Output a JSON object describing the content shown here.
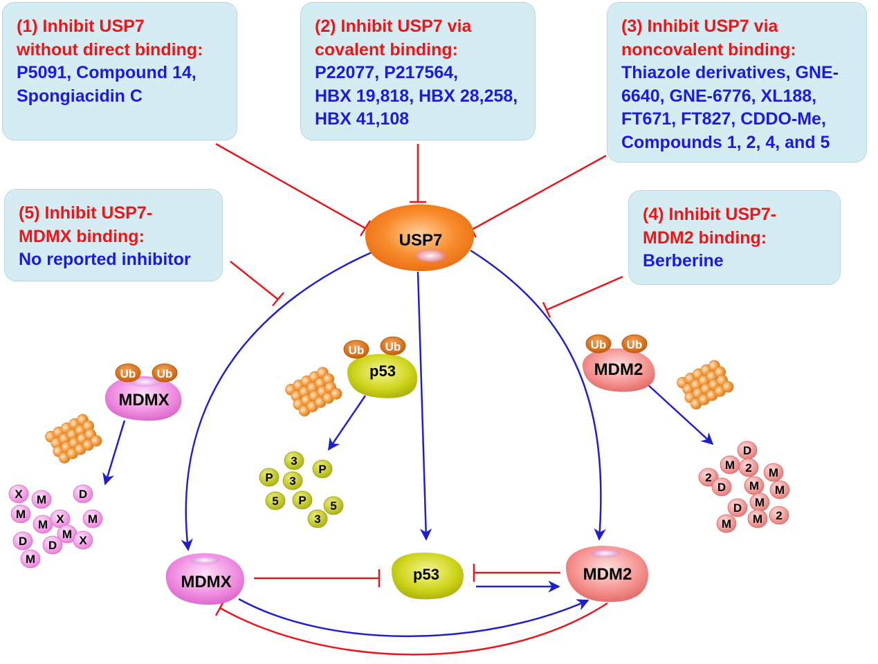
{
  "boxes": {
    "b1": {
      "title_lines": [
        "(1) Inhibit USP7",
        "without direct binding:"
      ],
      "body_lines": [
        "P5091, Compound 14,",
        "Spongiacidin C"
      ]
    },
    "b2": {
      "title_lines": [
        "(2) Inhibit USP7 via",
        "covalent binding:"
      ],
      "body_lines": [
        "P22077, P217564,",
        "HBX 19,818, HBX 28,258,",
        "HBX 41,108"
      ]
    },
    "b3": {
      "title_lines": [
        "(3) Inhibit USP7 via",
        "noncovalent binding:"
      ],
      "body_lines": [
        "Thiazole derivatives, GNE-",
        "6640, GNE-6776, XL188,",
        "FT671, FT827, CDDO-Me,",
        "Compounds 1, 2, 4, and 5"
      ]
    },
    "b4": {
      "title_lines": [
        "(4) Inhibit USP7-",
        "MDM2 binding:"
      ],
      "body_lines": [
        "Berberine"
      ]
    },
    "b5": {
      "title_lines": [
        "(5) Inhibit USP7-",
        "MDMX binding:"
      ],
      "body_lines": [
        "No reported inhibitor"
      ]
    }
  },
  "nodes": {
    "usp7": "USP7",
    "mdmx_bottom": "MDMX",
    "p53_bottom": "p53",
    "mdm2_bottom": "MDM2",
    "mdmx_ub": "MDMX",
    "p53_ub": "p53",
    "mdm2_ub": "MDM2",
    "ub": "Ub"
  },
  "fragments": {
    "mdmx": [
      "X",
      "M",
      "D",
      "M",
      "M",
      "X",
      "M",
      "D",
      "M",
      "D",
      "X",
      "M"
    ],
    "p53": [
      "3",
      "P",
      "3",
      "P",
      "5",
      "P",
      "5",
      "3"
    ],
    "mdm2": [
      "D",
      "M",
      "2",
      "2",
      "M",
      "D",
      "M",
      "M",
      "M",
      "D",
      "M",
      "M",
      "2"
    ]
  },
  "colors": {
    "inhibit": "#e8151b",
    "activate": "#1e1ecc",
    "box_fill": "#d4ecf2",
    "title_text": "#f01418",
    "body_text": "#1a1ae0",
    "usp7": "#f57f1f",
    "mdmx": "#f08ae0",
    "p53": "#c5cf10",
    "mdm2": "#f28a88",
    "ub": "#d96c0e",
    "proteasome": "#f59a3c"
  }
}
